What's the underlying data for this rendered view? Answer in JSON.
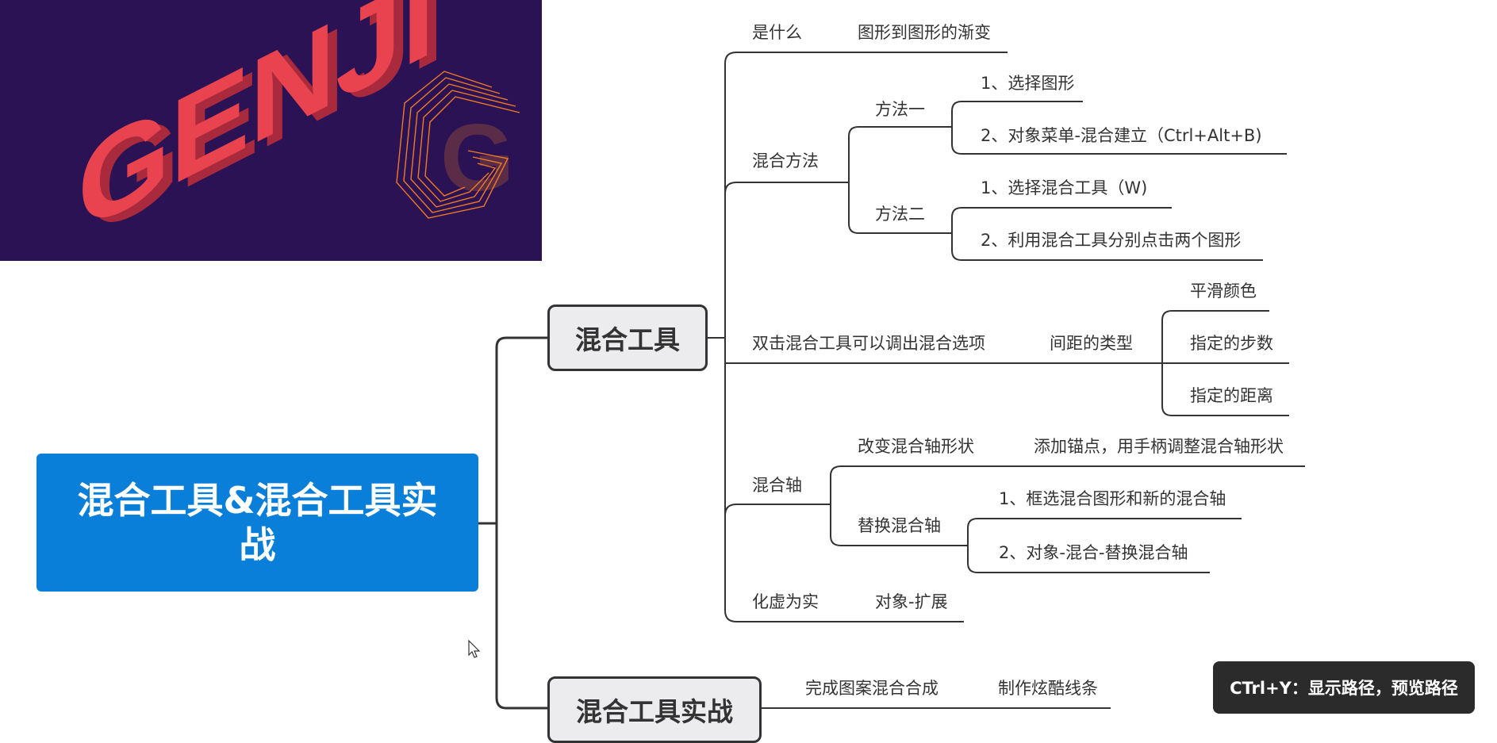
{
  "banner": {
    "logo_text": "GENJI",
    "logo_letter": "G"
  },
  "root": {
    "label": "混合工具&混合工具实战"
  },
  "topic1": {
    "label": "混合工具",
    "what": {
      "label": "是什么",
      "value": "图形到图形的渐变"
    },
    "method": {
      "label": "混合方法",
      "one": {
        "label": "方法一",
        "step1": "1、选择图形",
        "step2": "2、对象菜单-混合建立（Ctrl+Alt+B)"
      },
      "two": {
        "label": "方法二",
        "step1": "1、选择混合工具（W)",
        "step2": "2、利用混合工具分别点击两个图形"
      }
    },
    "options": {
      "label": "双击混合工具可以调出混合选项",
      "spacing": {
        "label": "间距的类型",
        "items": [
          "平滑颜色",
          "指定的步数",
          "指定的距离"
        ]
      }
    },
    "axis": {
      "label": "混合轴",
      "change": {
        "label": "改变混合轴形状",
        "value": "添加锚点，用手柄调整混合轴形状"
      },
      "replace": {
        "label": "替换混合轴",
        "step1": "1、框选混合图形和新的混合轴",
        "step2": "2、对象-混合-替换混合轴"
      }
    },
    "expand": {
      "label": "化虚为实",
      "value": "对象-扩展"
    }
  },
  "topic2": {
    "label": "混合工具实战",
    "pattern": {
      "label": "完成图案混合合成",
      "value": "制作炫酷线条"
    }
  },
  "shortcut": {
    "text": "CTrl+Y：显示路径，预览路径"
  },
  "colors": {
    "root": "#0a7fd9",
    "banner_bg": "#2a1254",
    "logo_red": "#e8434f",
    "logo_orange": "#f07a24",
    "line": "#333333"
  }
}
